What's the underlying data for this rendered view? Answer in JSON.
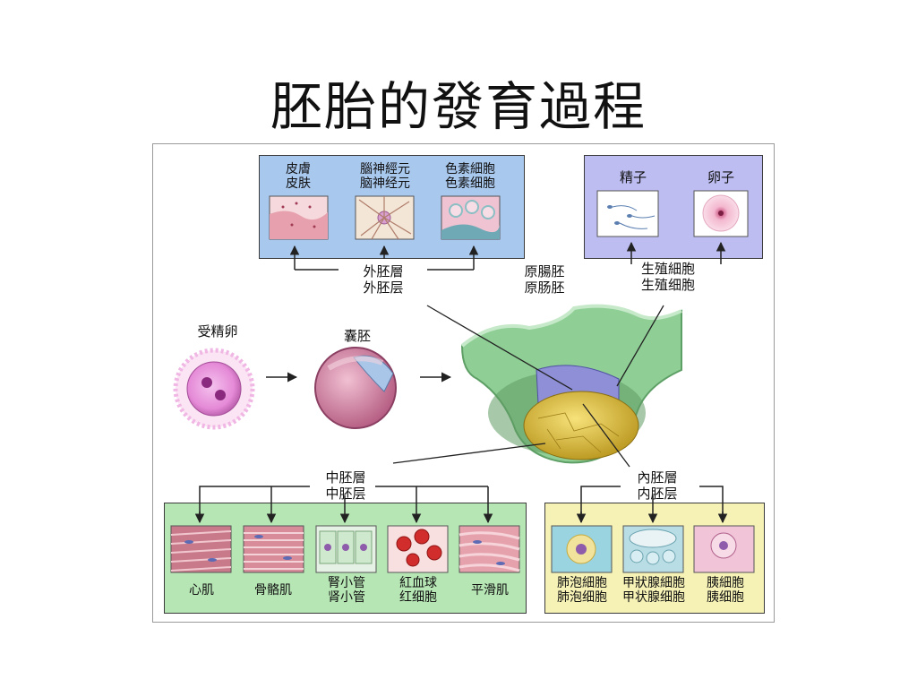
{
  "slide": {
    "title": "胚胎的發育過程"
  },
  "ectoderm": {
    "label": "外胚層\n外胚层",
    "cells": [
      {
        "label": "皮膚\n皮肤"
      },
      {
        "label": "腦神經元\n脑神经元"
      },
      {
        "label": "色素細胞\n色素细胞"
      }
    ]
  },
  "germ_cells": {
    "label": "生殖細胞\n生殖细胞",
    "cells": [
      {
        "label": "精子"
      },
      {
        "label": "卵子"
      }
    ]
  },
  "stages": {
    "zygote": "受精卵",
    "blastocyst": "囊胚",
    "gastrula": "原腸胚\n原肠胚"
  },
  "mesoderm": {
    "label": "中胚層\n中胚层",
    "cells": [
      {
        "label": "心肌"
      },
      {
        "label": "骨骼肌"
      },
      {
        "label": "腎小管\n肾小管"
      },
      {
        "label": "紅血球\n红细胞"
      },
      {
        "label": "平滑肌"
      }
    ]
  },
  "endoderm": {
    "label": "內胚層\n内胚层",
    "cells": [
      {
        "label": "肺泡細胞\n肺泡细胞"
      },
      {
        "label": "甲狀腺細胞\n甲状腺细胞"
      },
      {
        "label": "胰細胞\n胰细胞"
      }
    ]
  },
  "colors": {
    "ectoderm_box": "#a9c8ee",
    "germ_box": "#bdbdf2",
    "mesoderm_box": "#b7e6b5",
    "endoderm_box": "#f6f2b6",
    "gastrula_outer": "#8fcf96",
    "gastrula_yolk": "#e2c43c",
    "zygote": "#e58ad7",
    "blastocyst": "#d98aa8"
  }
}
